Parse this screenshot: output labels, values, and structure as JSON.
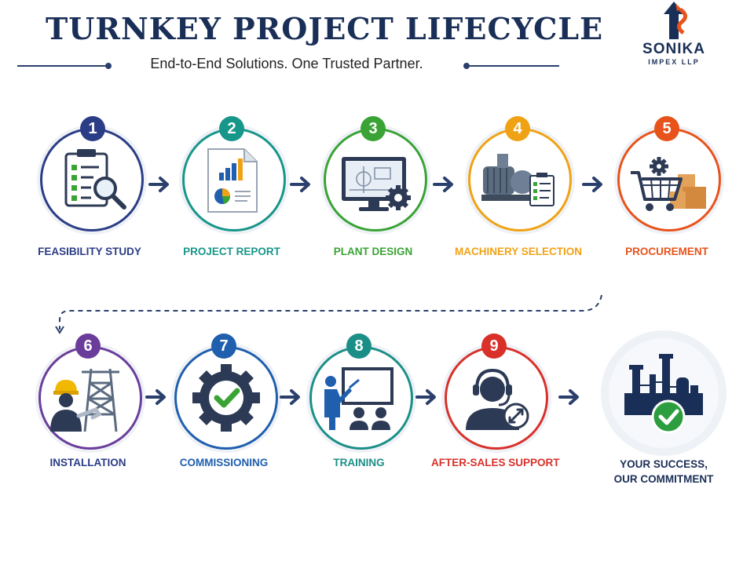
{
  "header": {
    "title": "TURNKEY PROJECT LIFECYCLE",
    "tagline": "End-to-End Solutions. One Trusted Partner."
  },
  "logo": {
    "name": "SONIKA",
    "subtitle": "IMPEX LLP",
    "icon": "arrow-s-logo-icon"
  },
  "colors": {
    "navy": "#1a2f57",
    "step1": "#2b3d86",
    "step2": "#17968a",
    "step3": "#3aa335",
    "step4": "#f0a215",
    "step5": "#e8531c",
    "step6": "#6a3d9a",
    "step7": "#1f5fae",
    "step8": "#1b8f87",
    "step9": "#d9302a",
    "success": "#2c9e3f"
  },
  "steps": [
    {
      "number": "1",
      "label": "FEASIBILITY STUDY",
      "icon": "clipboard-magnifier-icon"
    },
    {
      "number": "2",
      "label": "PROJECT REPORT",
      "icon": "report-chart-icon"
    },
    {
      "number": "3",
      "label": "PLANT DESIGN",
      "icon": "monitor-blueprint-gear-icon"
    },
    {
      "number": "4",
      "label": "MACHINERY SELECTION",
      "icon": "pump-machine-checklist-icon"
    },
    {
      "number": "5",
      "label": "PROCUREMENT",
      "icon": "cart-gear-boxes-icon"
    },
    {
      "number": "6",
      "label": "INSTALLATION",
      "icon": "worker-tower-icon"
    },
    {
      "number": "7",
      "label": "COMMISSIONING",
      "icon": "gear-check-icon"
    },
    {
      "number": "8",
      "label": "TRAINING",
      "icon": "trainer-board-icon"
    },
    {
      "number": "9",
      "label": "AFTER-SALES SUPPORT",
      "icon": "headset-support-icon"
    }
  ],
  "final": {
    "line1": "YOUR SUCCESS,",
    "line2": "OUR COMMITMENT",
    "icon": "factory-check-icon"
  }
}
